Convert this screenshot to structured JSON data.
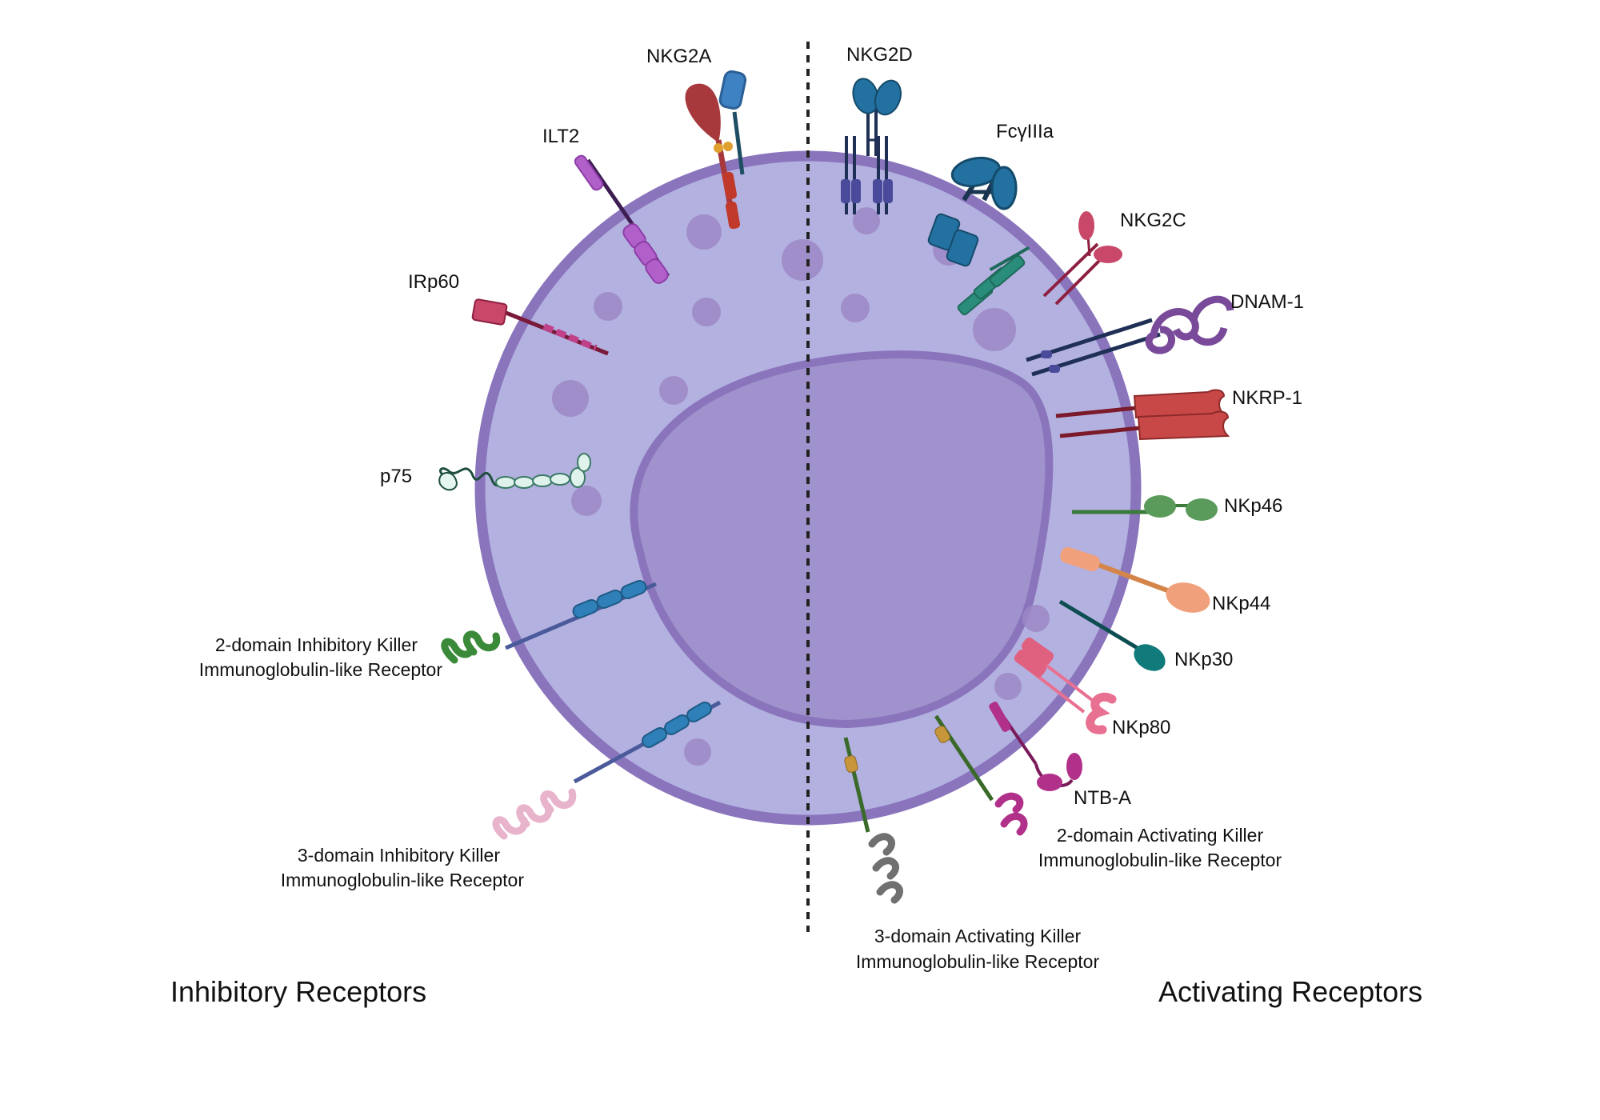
{
  "diagram": {
    "left_heading": "Inhibitory Receptors",
    "right_heading": "Activating Receptors",
    "inhibitory": {
      "nkg2a": "NKG2A",
      "ilt2": "ILT2",
      "irp60": "IRp60",
      "p75": "p75",
      "kir2d_line1": "2-domain Inhibitory Killer",
      "kir2d_line2": "Immunoglobulin-like Receptor",
      "kir3d_line1": "3-domain Inhibitory Killer",
      "kir3d_line2": "Immunoglobulin-like Receptor"
    },
    "activating": {
      "nkg2d": "NKG2D",
      "fcgr3a": "FcγIIIa",
      "nkg2c": "NKG2C",
      "dnam1": "DNAM-1",
      "nkrp1": "NKRP-1",
      "nkp46": "NKp46",
      "nkp44": "NKp44",
      "nkp30": "NKp30",
      "nkp80": "NKp80",
      "ntba": "NTB-A",
      "kir2ds_line1": "2-domain Activating Killer",
      "kir2ds_line2": "Immunoglobulin-like Receptor",
      "kir3ds_line1": "3-domain Activating Killer",
      "kir3ds_line2": "Immunoglobulin-like Receptor"
    },
    "colors": {
      "cell_fill": "#b3b1e0",
      "cell_border": "#8a75bd",
      "nucleus_fill": "#a092cc",
      "granule": "#9c88c6",
      "divider": "#222222"
    }
  }
}
